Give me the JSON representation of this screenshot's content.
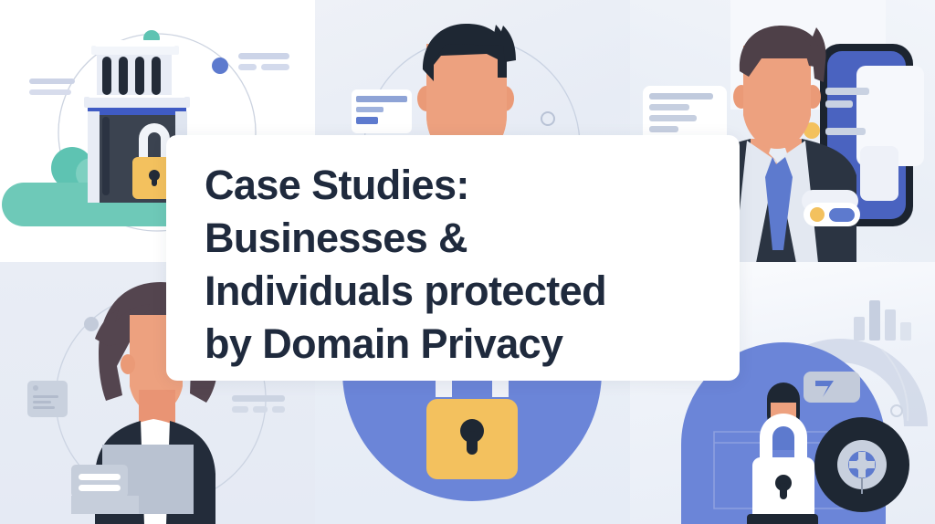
{
  "banner": {
    "title_lines": [
      "Case Studies:",
      "Businesses &",
      "Individuals protected",
      "by Domain Privacy"
    ],
    "title_text": "Case Studies:\nBusinesses &\nIndividuals protected\nby Domain Privacy",
    "card_background": "#ffffff",
    "title_color": "#1f2a3d"
  },
  "palette": {
    "ink": "#1f2a3d",
    "navy": "#1e2a3a",
    "blue": "#6b85d8",
    "blue_strong": "#4a63c0",
    "blue_soft": "#aebde8",
    "periwinkle": "#7289d6",
    "teal": "#5ec3b2",
    "teal_deep": "#4db6a4",
    "yellow": "#f3c15e",
    "skin": "#ea9a77",
    "skin_light": "#f0a886",
    "plum": "#5a4a59",
    "slate": "#c3cbda",
    "slate_light": "#dfe4ee",
    "mist": "#e9eef6",
    "white": "#ffffff"
  },
  "panels": [
    {
      "id": "panel-bank",
      "position": "top-left",
      "background": "#ffffff",
      "scene": "classical bank building with columns, padlock, teal shrubbery, orbit arc with teal and blue dots, placeholder text lines",
      "elements": [
        "bank-building-icon",
        "padlock-icon",
        "bush-icon",
        "orbit-arc",
        "teal-dot",
        "blue-dot",
        "text-placeholder-lines"
      ]
    },
    {
      "id": "panel-person-male",
      "position": "top-middle",
      "background": "#eef1f7",
      "scene": "faceless man with dark hair, document card with blue bars, orbit arc with ring node",
      "elements": [
        "avatar-male",
        "document-card",
        "orbit-arc",
        "ring-node"
      ]
    },
    {
      "id": "panel-businessman",
      "position": "top-right",
      "background": "#f2f5fa",
      "scene": "businessman in suit and blue tie beside a smartphone, info cards with teal chips, status dots",
      "elements": [
        "avatar-businessman",
        "smartphone-icon",
        "info-card",
        "teal-chip",
        "orange-dot",
        "blue-pill"
      ]
    },
    {
      "id": "panel-person-female",
      "position": "bottom-left",
      "background": "#e9edf5",
      "scene": "woman with curly hair at a laptop, id card, orbit arc with node, placeholder text lines",
      "elements": [
        "avatar-female",
        "laptop-icon",
        "id-card",
        "orbit-arc",
        "gray-node",
        "text-placeholder-lines"
      ]
    },
    {
      "id": "panel-lock",
      "position": "bottom-middle",
      "background": "#e9eef6",
      "scene": "large blue shield arc behind a yellow padlock with dark keyhole",
      "elements": [
        "shield-arc",
        "padlock-icon",
        "keyhole-icon"
      ]
    },
    {
      "id": "panel-security",
      "position": "bottom-right",
      "background": "#eef2f9",
      "scene": "blue shield with person silhouette, white padlock, dark circular security badge, bar chart, speech chip, arcs",
      "elements": [
        "shield-icon",
        "avatar-small",
        "padlock-icon",
        "security-badge-icon",
        "bar-chart-icon",
        "speech-chip",
        "orbit-arc",
        "ring-node"
      ]
    }
  ]
}
